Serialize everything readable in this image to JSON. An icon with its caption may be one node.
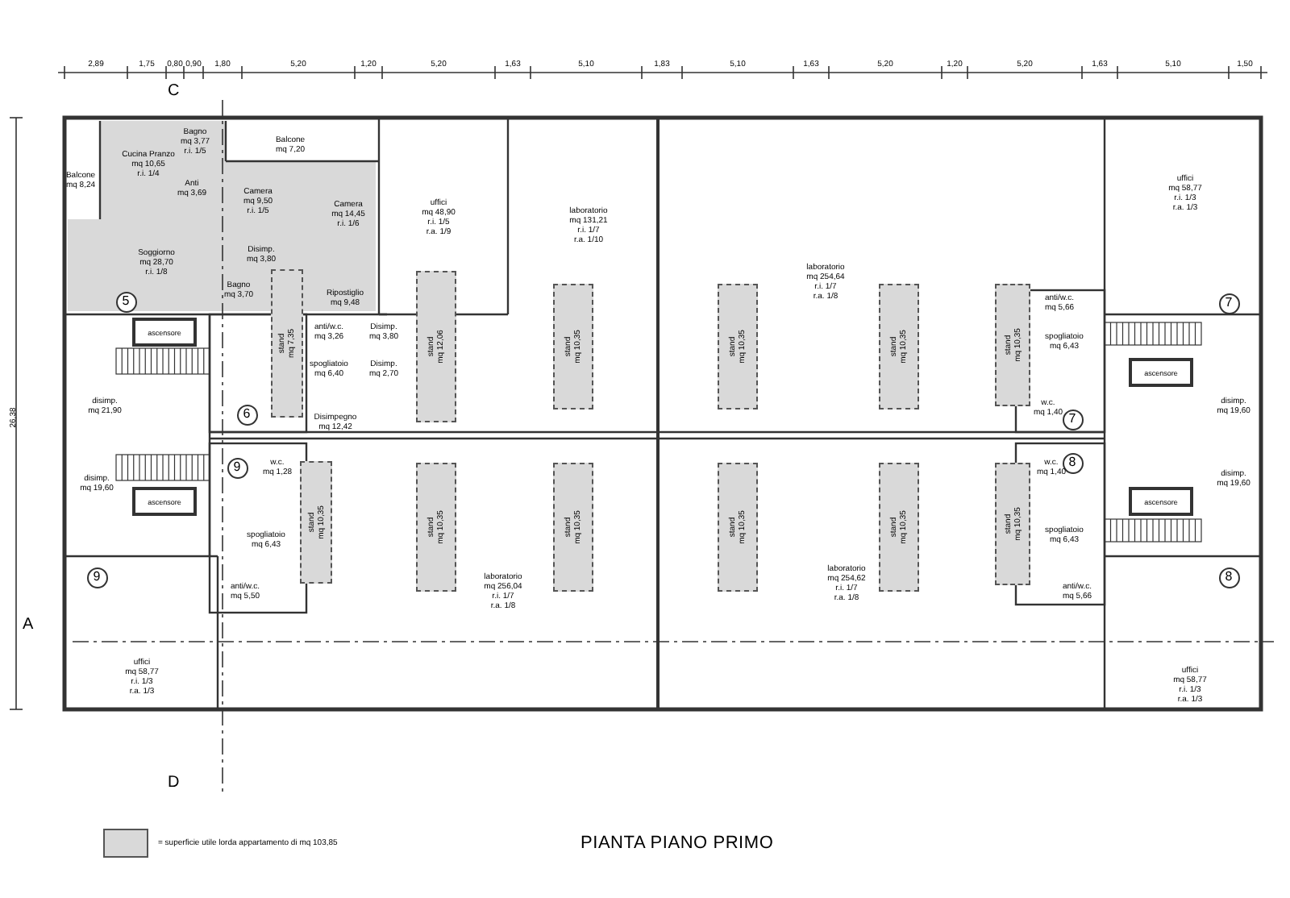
{
  "diagram": {
    "title": "PIANTA PIANO PRIMO",
    "nodes": [
      {
        "text": [
          "Cucina Pranzo",
          "mq 10,65",
          "r.i. 1/4"
        ]
      },
      {
        "text": [
          "Bagno",
          "mq 3,77",
          "r.i. 1/5"
        ]
      },
      {
        "text": [
          "Balcone",
          "mq 8,24"
        ]
      },
      {
        "text": [
          "Anti",
          "mq 3,69"
        ]
      },
      {
        "text": [
          "Balcone",
          "mq 7,20"
        ]
      },
      {
        "text": [
          "Camera",
          "mq 9,50",
          "r.i. 1/5"
        ]
      },
      {
        "text": [
          "Camera",
          "mq 14,45",
          "r.i. 1/6"
        ]
      },
      {
        "text": [
          "Soggiorno",
          "mq 28,70",
          "r.i. 1/8"
        ]
      },
      {
        "text": [
          "Disimp.",
          "mq 3,80"
        ]
      },
      {
        "text": [
          "Bagno",
          "mq 3,70"
        ]
      },
      {
        "text": [
          "Ripostiglio",
          "mq 9,48"
        ]
      },
      {
        "text": [
          "uffici",
          "mq 48,90",
          "r.i. 1/5",
          "r.a. 1/9"
        ]
      },
      {
        "text": [
          "laboratorio",
          "mq 131,21",
          "r.i. 1/7",
          "r.a. 1/10"
        ]
      },
      {
        "text": [
          "laboratorio",
          "mq 254,64",
          "r.i. 1/7",
          "r.a. 1/8"
        ]
      },
      {
        "text": [
          "uffici",
          "mq 58,77",
          "r.i. 1/3",
          "r.a. 1/3"
        ]
      },
      {
        "text": [
          "anti/w.c.",
          "mq 3,26"
        ]
      },
      {
        "text": [
          "Disimp.",
          "mq 3,80"
        ]
      },
      {
        "text": [
          "spogliatoio",
          "mq 6,40"
        ]
      },
      {
        "text": [
          "Disimp.",
          "mq 2,70"
        ]
      },
      {
        "text": [
          "ascensore"
        ]
      },
      {
        "text": [
          "disimp.",
          "mq 21,90"
        ]
      },
      {
        "text": [
          "Disimpegno",
          "mq 12,42"
        ]
      },
      {
        "text": [
          "anti/w.c.",
          "mq 5,66"
        ]
      },
      {
        "text": [
          "spogliatoio",
          "mq 6,43"
        ]
      },
      {
        "text": [
          "ascensore"
        ]
      },
      {
        "text": [
          "w.c.",
          "mq 1,40"
        ]
      },
      {
        "text": [
          "disimp.",
          "mq 19,60"
        ]
      },
      {
        "text": [
          "disimp.",
          "mq 19,60"
        ]
      },
      {
        "text": [
          "ascensore"
        ]
      },
      {
        "text": [
          "w.c.",
          "mq 1,28"
        ]
      },
      {
        "text": [
          "spogliatoio",
          "mq 6,43"
        ]
      },
      {
        "text": [
          "anti/w.c.",
          "mq 5,50"
        ]
      },
      {
        "text": [
          "w.c.",
          "mq 1,40"
        ]
      },
      {
        "text": [
          "ascensore"
        ]
      },
      {
        "text": [
          "disimp.",
          "mq 19,60"
        ]
      },
      {
        "text": [
          "spogliatoio",
          "mq 6,43"
        ]
      },
      {
        "text": [
          "anti/w.c.",
          "mq 5,66"
        ]
      },
      {
        "text": [
          "laboratorio",
          "mq 256,04",
          "r.i. 1/7",
          "r.a. 1/8"
        ]
      },
      {
        "text": [
          "laboratorio",
          "mq 254,62",
          "r.i. 1/7",
          "r.a. 1/8"
        ]
      },
      {
        "text": [
          "uffici",
          "mq 58,77",
          "r.i. 1/3",
          "r.a. 1/3"
        ]
      },
      {
        "text": [
          "uffici",
          "mq 58,77",
          "r.i. 1/3",
          "r.a. 1/3"
        ]
      },
      {
        "text": [
          "stand",
          "mq 7,35"
        ]
      },
      {
        "text": [
          "stand",
          "mq 12,06"
        ]
      },
      {
        "text": [
          "stand",
          "mq 10,35"
        ]
      },
      {
        "text": [
          "stand",
          "mq 10,35"
        ]
      },
      {
        "text": [
          "stand",
          "mq 10,35"
        ]
      },
      {
        "text": [
          "stand",
          "mq 10,35"
        ]
      },
      {
        "text": [
          "stand",
          "mq 10,35"
        ]
      },
      {
        "text": [
          "stand",
          "mq 10,35"
        ]
      },
      {
        "text": [
          "stand",
          "mq 10,35"
        ]
      },
      {
        "text": [
          "stand",
          "mq 10,35"
        ]
      },
      {
        "text": [
          "stand",
          "mq 10,35"
        ]
      },
      {
        "text": [
          "stand",
          "mq 10,35"
        ]
      }
    ],
    "labels": [
      "2,89",
      "1,75",
      "0,80",
      "0,90",
      "1,80",
      "5,20",
      "1,20",
      "5,20",
      "1,63",
      "5,10",
      "1,83",
      "5,10",
      "1,63",
      "5,20",
      "1,20",
      "5,20",
      "1,63",
      "5,10",
      "1,50",
      "26,38",
      "C",
      "D",
      "A",
      "5",
      "6",
      "9",
      "9",
      "7",
      "7",
      "8",
      "8"
    ],
    "legend": [
      {
        "text": "= superficie utile lorda appartamento di mq 103,85",
        "color": "#d9d9d9"
      }
    ]
  }
}
